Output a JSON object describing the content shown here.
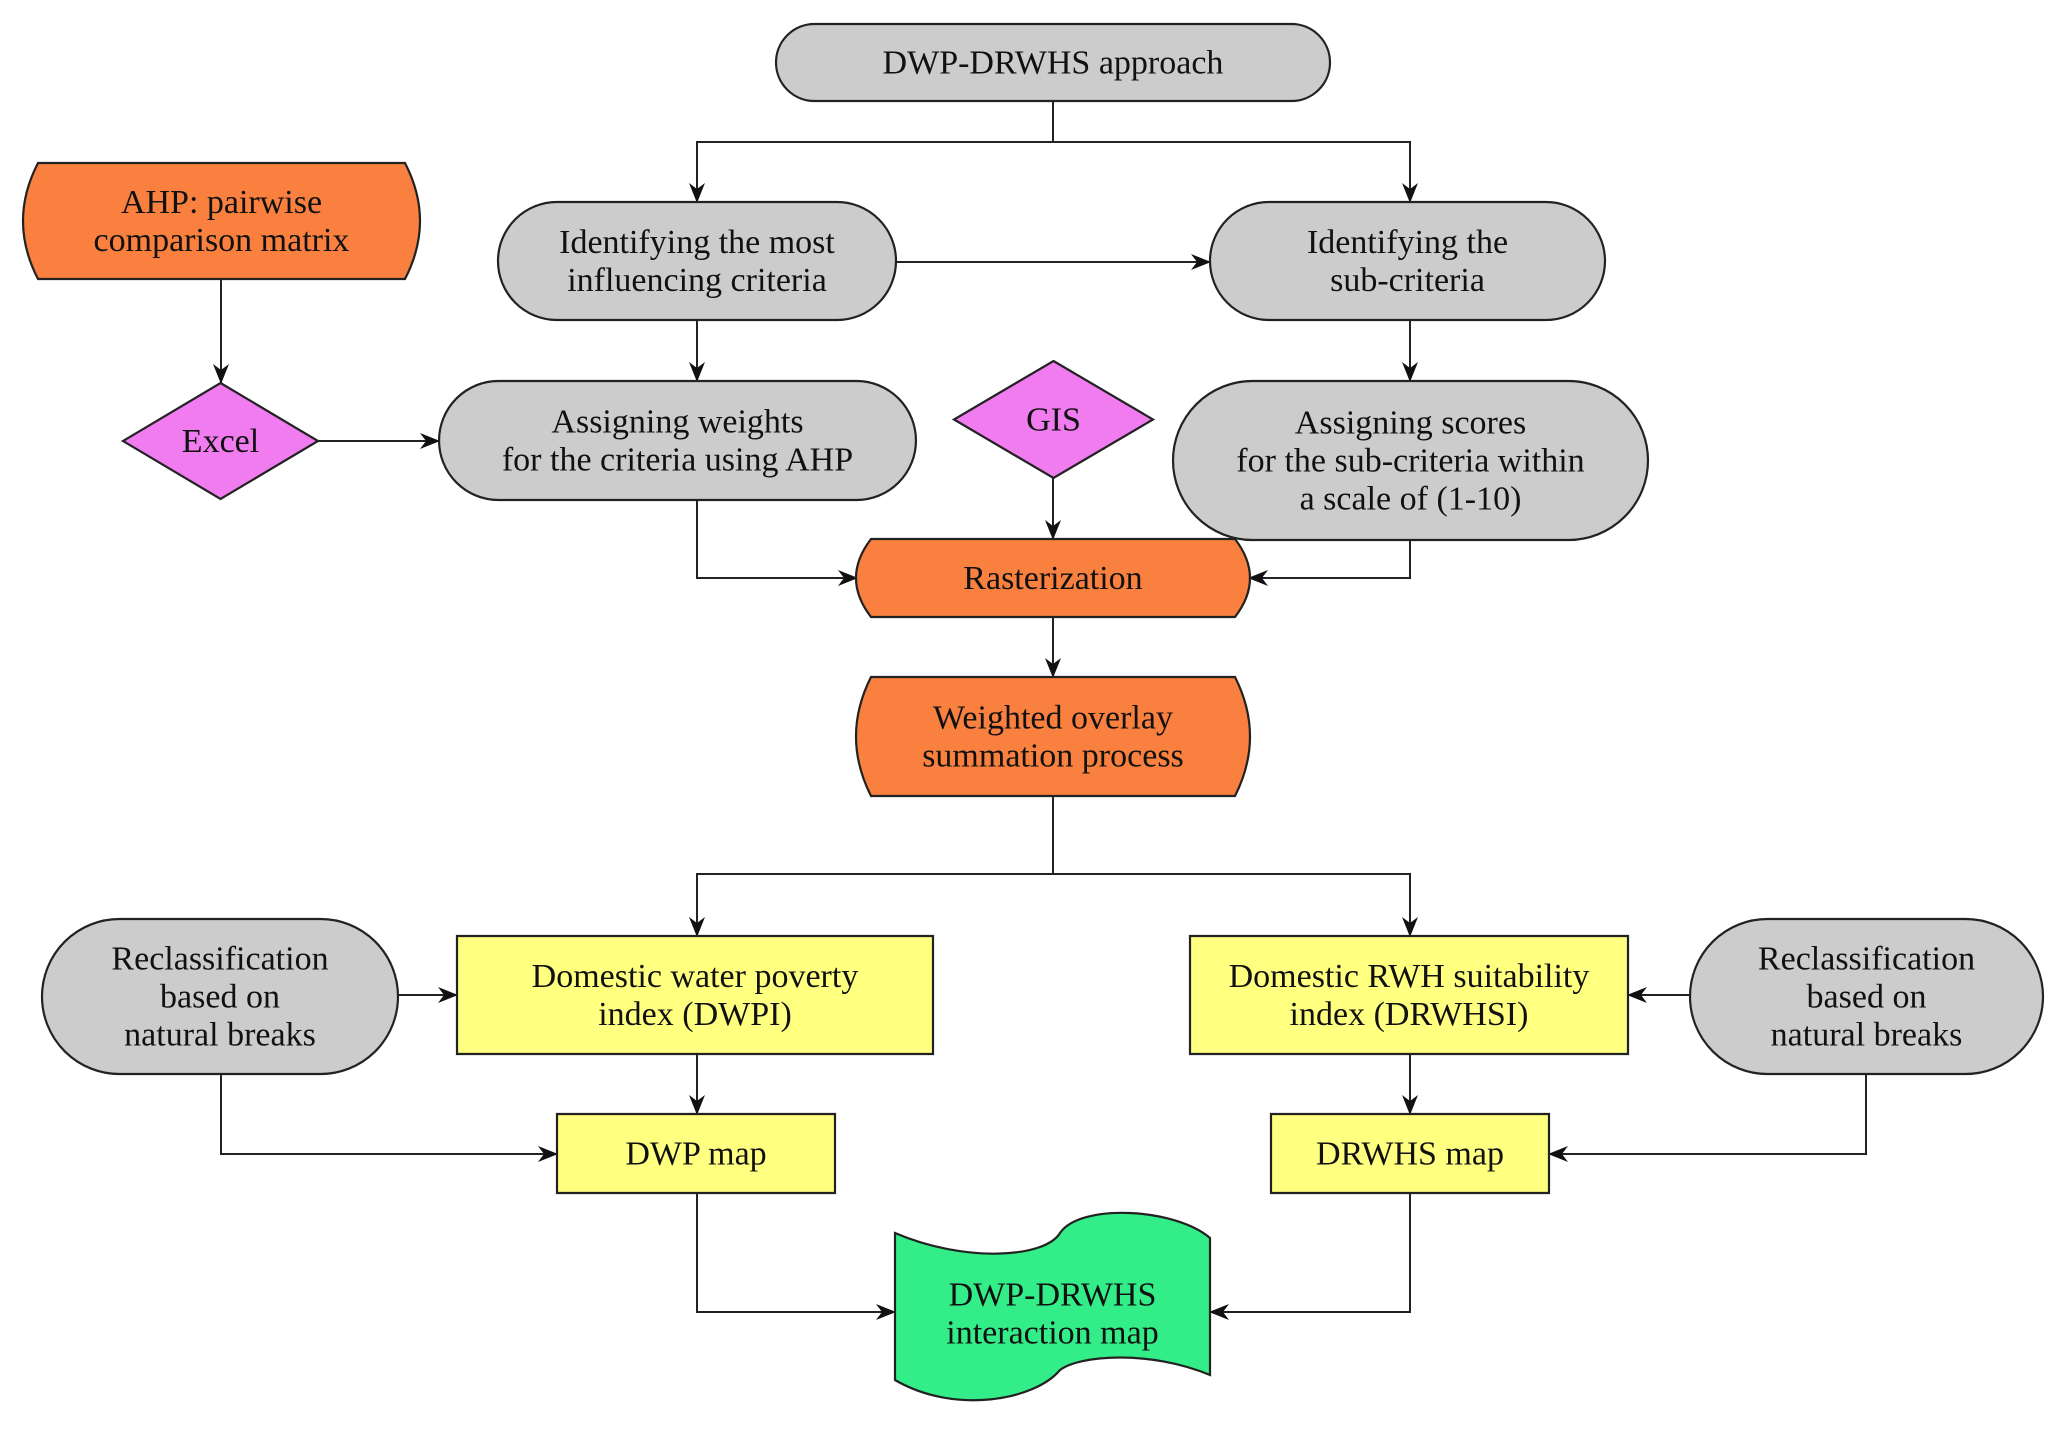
{
  "title": "DWP-DRWHS approach flowchart",
  "colors": {
    "gray": "#CCCCCC",
    "orange": "#F9803E",
    "magenta": "#F07CF0",
    "yellow": "#FFFF80",
    "green": "#33EE88",
    "line": "#222222"
  },
  "nodes": {
    "approach": {
      "lines": [
        "DWP-DRWHS approach"
      ],
      "shape": "terminator",
      "color": "gray"
    },
    "ahp": {
      "lines": [
        "AHP: pairwise",
        "comparison matrix"
      ],
      "shape": "bowed",
      "color": "orange"
    },
    "identify_criteria": {
      "lines": [
        "Identifying the most",
        "influencing criteria"
      ],
      "shape": "terminator",
      "color": "gray"
    },
    "identify_sub": {
      "lines": [
        "Identifying the",
        "sub-criteria"
      ],
      "shape": "terminator",
      "color": "gray"
    },
    "excel": {
      "lines": [
        "Excel"
      ],
      "shape": "diamond",
      "color": "magenta"
    },
    "weights": {
      "lines": [
        "Assigning weights",
        "for the criteria using AHP"
      ],
      "shape": "terminator",
      "color": "gray"
    },
    "gis": {
      "lines": [
        "GIS"
      ],
      "shape": "diamond",
      "color": "magenta"
    },
    "scores": {
      "lines": [
        "Assigning scores",
        "for the sub-criteria within",
        "a scale of (1-10)"
      ],
      "shape": "terminator",
      "color": "gray"
    },
    "rasterization": {
      "lines": [
        "Rasterization"
      ],
      "shape": "bowed",
      "color": "orange"
    },
    "overlay": {
      "lines": [
        "Weighted overlay",
        "summation process"
      ],
      "shape": "bowed",
      "color": "orange"
    },
    "reclass_left": {
      "lines": [
        "Reclassification",
        "based on",
        "natural breaks"
      ],
      "shape": "terminator",
      "color": "gray"
    },
    "dwpi": {
      "lines": [
        "Domestic water poverty",
        "index (DWPI)"
      ],
      "shape": "rect",
      "color": "yellow"
    },
    "drwhsi": {
      "lines": [
        "Domestic RWH suitability",
        "index (DRWHSI)"
      ],
      "shape": "rect",
      "color": "yellow"
    },
    "reclass_right": {
      "lines": [
        "Reclassification",
        "based on",
        "natural breaks"
      ],
      "shape": "terminator",
      "color": "gray"
    },
    "dwp_map": {
      "lines": [
        "DWP map"
      ],
      "shape": "rect",
      "color": "yellow"
    },
    "drwhs_map": {
      "lines": [
        "DRWHS map"
      ],
      "shape": "rect",
      "color": "yellow"
    },
    "interaction_map": {
      "lines": [
        "DWP-DRWHS",
        "interaction map"
      ],
      "shape": "document",
      "color": "green"
    }
  },
  "edges": [
    {
      "from": "approach",
      "to": "identify_criteria"
    },
    {
      "from": "approach",
      "to": "identify_sub"
    },
    {
      "from": "identify_criteria",
      "to": "identify_sub"
    },
    {
      "from": "ahp",
      "to": "excel"
    },
    {
      "from": "excel",
      "to": "weights"
    },
    {
      "from": "identify_criteria",
      "to": "weights"
    },
    {
      "from": "identify_sub",
      "to": "scores"
    },
    {
      "from": "gis",
      "to": "rasterization"
    },
    {
      "from": "weights",
      "to": "rasterization"
    },
    {
      "from": "scores",
      "to": "rasterization"
    },
    {
      "from": "rasterization",
      "to": "overlay"
    },
    {
      "from": "overlay",
      "to": "dwpi"
    },
    {
      "from": "overlay",
      "to": "drwhsi"
    },
    {
      "from": "reclass_left",
      "to": "dwpi"
    },
    {
      "from": "reclass_right",
      "to": "drwhsi"
    },
    {
      "from": "dwpi",
      "to": "dwp_map"
    },
    {
      "from": "drwhsi",
      "to": "drwhs_map"
    },
    {
      "from": "reclass_left",
      "to": "dwp_map"
    },
    {
      "from": "reclass_right",
      "to": "drwhs_map"
    },
    {
      "from": "dwp_map",
      "to": "interaction_map"
    },
    {
      "from": "drwhs_map",
      "to": "interaction_map"
    }
  ]
}
